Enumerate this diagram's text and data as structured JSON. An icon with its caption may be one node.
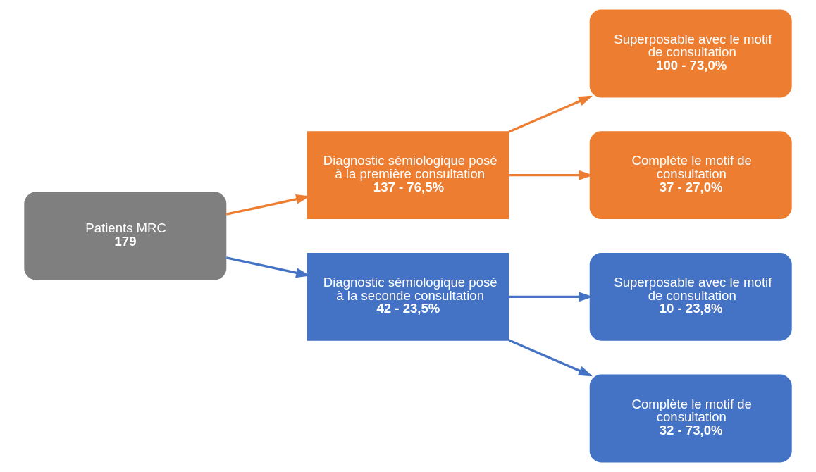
{
  "diagram": {
    "nodes": [
      {
        "text": [
          "Patients MRC",
          "179"
        ]
      },
      {
        "text": [
          "Diagnostic sémiologique posé à la première consultation",
          "137 - 76,5%"
        ]
      },
      {
        "text": [
          "Diagnostic sémiologique posé à la seconde consultation",
          "42 - 23,5%"
        ]
      },
      {
        "text": [
          "Superposable avec le motif de consultation",
          "100 - 73,0%"
        ]
      },
      {
        "text": [
          "Complète le motif de consultation",
          "37 - 27,0%"
        ]
      },
      {
        "text": [
          "Superposable avec le motif de consultation",
          "10 - 23,8%"
        ]
      },
      {
        "text": [
          "Complète le motif de consultation",
          "32 - 73,0%"
        ]
      }
    ],
    "edges": [
      {
        "from": 0,
        "to": 1,
        "arrow": "to",
        "color": "#ed7d31"
      },
      {
        "from": 0,
        "to": 2,
        "arrow": "to",
        "color": "#4472c4"
      },
      {
        "from": 1,
        "to": 3,
        "arrow": "to",
        "color": "#ed7d31"
      },
      {
        "from": 1,
        "to": 4,
        "arrow": "to",
        "color": "#ed7d31"
      },
      {
        "from": 2,
        "to": 5,
        "arrow": "to",
        "color": "#4472c4"
      },
      {
        "from": 2,
        "to": 6,
        "arrow": "to",
        "color": "#4472c4"
      }
    ]
  }
}
